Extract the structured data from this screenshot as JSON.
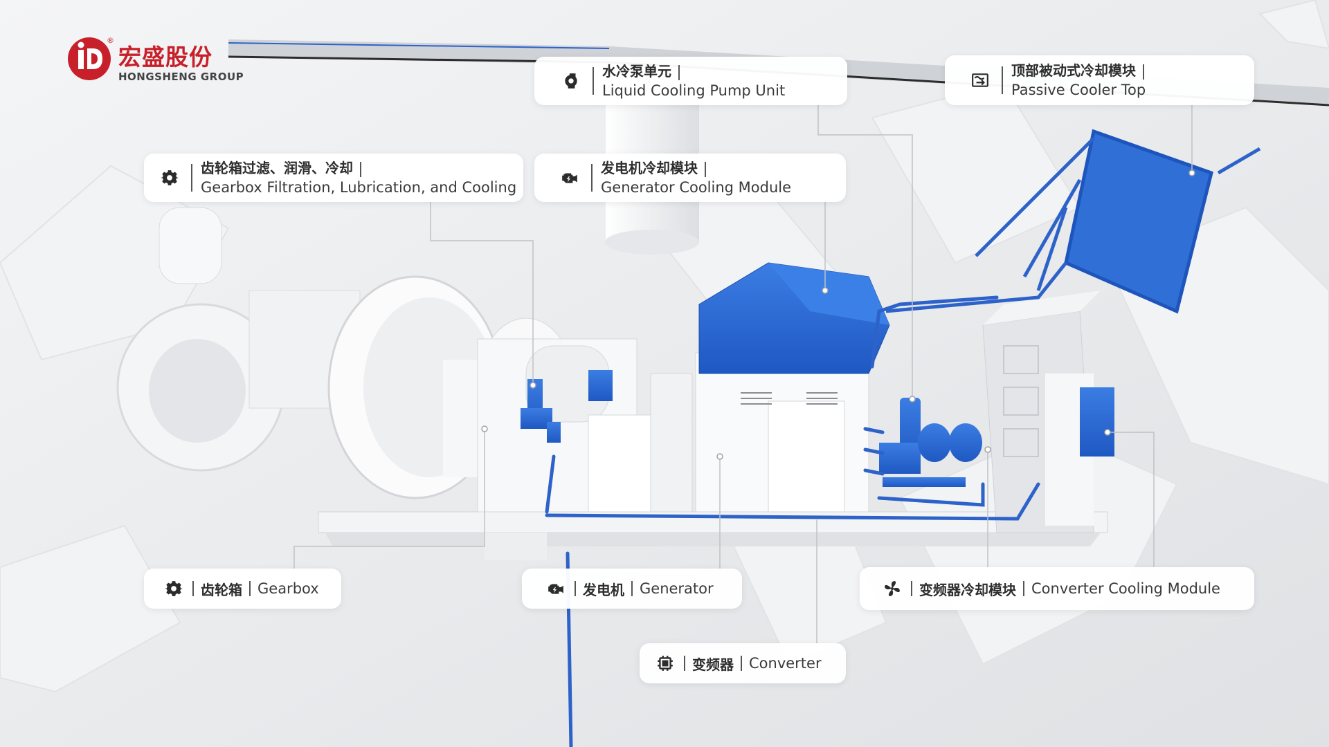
{
  "brand": {
    "name_cn": "宏盛股份",
    "name_en": "HONGSHENG GROUP",
    "registered_mark": "®",
    "color": "#c8202a"
  },
  "colors": {
    "equipment_blue": "#2f6fd6",
    "pipe_blue": "#2d62c9",
    "background": "#e9eaec",
    "label_bg": "#ffffff"
  },
  "labels": {
    "pump": {
      "icon": "pump-icon",
      "zh": "水冷泵单元",
      "en": "Liquid Cooling Pump Unit"
    },
    "passive": {
      "icon": "radiator-icon",
      "zh": "顶部被动式冷却模块",
      "en": "Passive Cooler Top"
    },
    "gearbox_filtration": {
      "icon": "gear-icon",
      "zh": "齿轮箱过滤、润滑、冷却",
      "en": "Gearbox Filtration, Lubrication, and Cooling"
    },
    "generator_cooling": {
      "icon": "engine-icon",
      "zh": "发电机冷却模块",
      "en": "Generator Cooling Module"
    },
    "gearbox": {
      "icon": "gear-icon",
      "zh": "齿轮箱",
      "en": "Gearbox"
    },
    "generator": {
      "icon": "engine-icon",
      "zh": "发电机",
      "en": "Generator"
    },
    "converter_cooling": {
      "icon": "fan-icon",
      "zh": "变频器冷却模块",
      "en": "Converter Cooling Module"
    },
    "converter": {
      "icon": "chip-icon",
      "zh": "变频器",
      "en": "Converter"
    }
  }
}
